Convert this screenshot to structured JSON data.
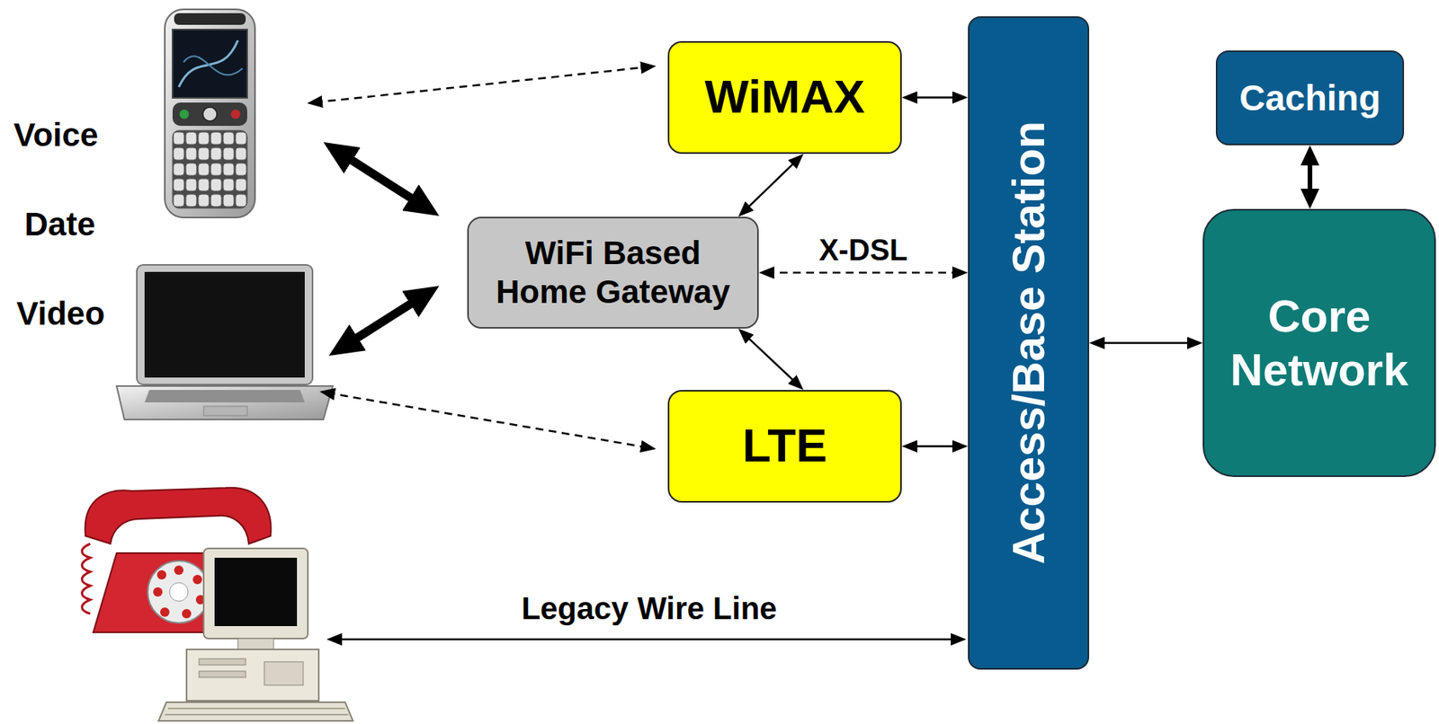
{
  "diagram": {
    "nodes": [
      {
        "text": [
          "WiMAX"
        ]
      },
      {
        "text": [
          "WiFi Based Home Gateway"
        ]
      },
      {
        "text": [
          "LTE"
        ]
      },
      {
        "text": [
          "Access/Base Station"
        ]
      },
      {
        "text": [
          "Caching"
        ]
      },
      {
        "text": [
          "Core Network"
        ]
      }
    ],
    "edges": [
      {
        "from": 0,
        "to": 3,
        "arrow": "both"
      },
      {
        "from": 0,
        "to": 1,
        "arrow": "both"
      },
      {
        "from": 1,
        "to": 3,
        "arrow": "both",
        "label": "X-DSL"
      },
      {
        "from": 1,
        "to": 2,
        "arrow": "both"
      },
      {
        "from": 2,
        "to": 3,
        "arrow": "both"
      },
      {
        "from": 3,
        "to": 5,
        "arrow": "both"
      },
      {
        "from": 4,
        "to": 5,
        "arrow": "both"
      }
    ],
    "labels": [
      "Voice",
      "Date",
      "Video",
      "Legacy Wire Line"
    ]
  }
}
